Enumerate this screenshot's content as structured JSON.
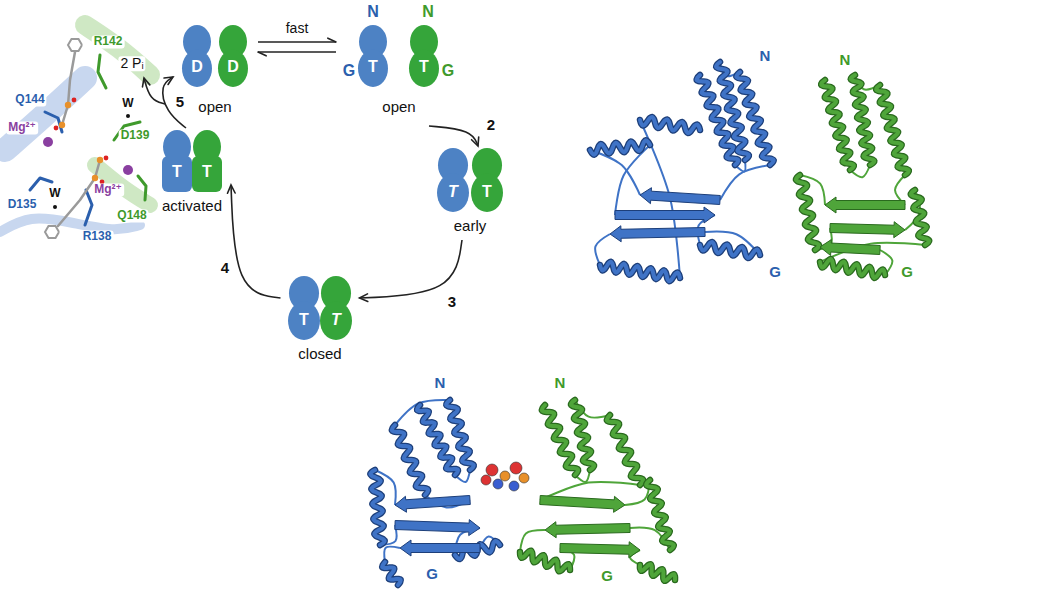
{
  "diagram": {
    "nodes": [
      {
        "text": [
          "open"
        ]
      },
      {
        "text": [
          "D"
        ],
        "in": 0
      },
      {
        "text": [
          "D"
        ],
        "in": 0
      },
      {
        "text": [
          "open"
        ]
      },
      {
        "text": [
          "N",
          "T",
          "G"
        ],
        "in": 3
      },
      {
        "text": [
          "N",
          "T",
          "G"
        ],
        "in": 3
      },
      {
        "text": [
          "early"
        ]
      },
      {
        "text": [
          "T"
        ],
        "in": 6
      },
      {
        "text": [
          "T"
        ],
        "in": 6
      },
      {
        "text": [
          "closed"
        ]
      },
      {
        "text": [
          "T"
        ],
        "in": 9
      },
      {
        "text": [
          "T"
        ],
        "in": 9
      },
      {
        "text": [
          "activated"
        ]
      },
      {
        "text": [
          "T"
        ],
        "in": 12
      },
      {
        "text": [
          "T"
        ],
        "in": 12
      }
    ],
    "edges": [
      {
        "from": 0,
        "to": 3,
        "label": "fast",
        "arrow": "to"
      },
      {
        "from": 3,
        "to": 0,
        "arrow": "to"
      },
      {
        "from": 3,
        "to": 6,
        "label": "2",
        "arrow": "to"
      },
      {
        "from": 6,
        "to": 9,
        "label": "3",
        "arrow": "to"
      },
      {
        "from": 9,
        "to": 12,
        "label": "4",
        "arrow": "to"
      },
      {
        "from": 12,
        "to": 0,
        "label": "5",
        "arrow": "to"
      }
    ],
    "labels": [
      "2 Pᵢ",
      "R142",
      "Q144",
      "Mg²⁺",
      "W",
      "D139",
      "D135",
      "W",
      "Mg²⁺",
      "Q148",
      "R138",
      "N",
      "N",
      "G",
      "G",
      "N",
      "N",
      "G",
      "G"
    ]
  }
}
